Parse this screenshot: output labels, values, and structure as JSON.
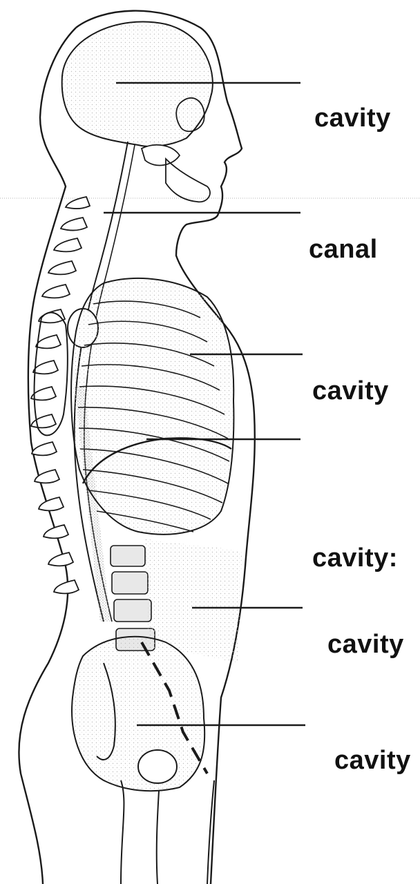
{
  "labels": {
    "cranial": "cavity",
    "vertebral": "canal",
    "thoracic": "cavity",
    "abdominopelvic": "cavity:",
    "abdominal": "cavity",
    "pelvic": "cavity"
  },
  "colors": {
    "ink": "#1a1a1a",
    "background": "#ffffff",
    "stipple": "#cfcfcf"
  }
}
